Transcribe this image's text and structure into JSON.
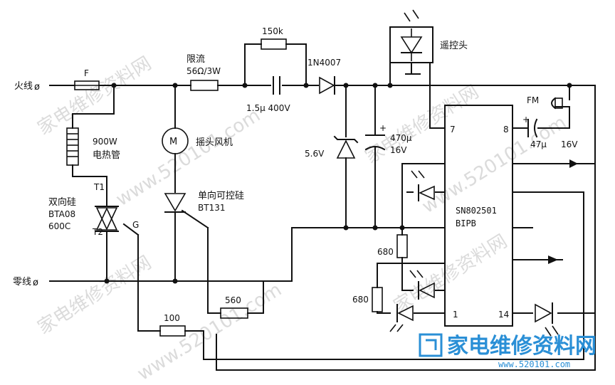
{
  "terminals": {
    "live": "火线",
    "neutral": "零线"
  },
  "components": {
    "fuse": "F",
    "heater_power": "900W",
    "heater_name": "电热管",
    "triac_t1": "T1",
    "triac_name": "双向硅",
    "triac_model": "BTA08",
    "triac_rating": "600C",
    "triac_t2": "T2",
    "triac_gate": "G",
    "limiter_label": "限流",
    "limiter_value": "56Ω/3W",
    "fan_name": "摇头风机",
    "scr_name": "单向可控硅",
    "scr_model": "BT131",
    "r_150k": "150k",
    "cap_value": "1.5μ 400V",
    "diode": "1N4007",
    "receiver": "遥控头",
    "zener": "5.6V",
    "cap_470_value": "470μ",
    "cap_470_voltage": "16V",
    "plus": "+",
    "fm": "FM",
    "cap_47_value": "47μ",
    "cap_47_voltage": "16V",
    "ic_model": "SN802501",
    "ic_suffix": "BIPB",
    "pin_7": "7",
    "pin_8": "8",
    "pin_1": "1",
    "pin_14": "14",
    "r_680_a": "680",
    "r_680_b": "680",
    "r_560": "560",
    "r_100": "100"
  },
  "watermark": {
    "line1": "家电维修资料网",
    "line2": "www.520101.com",
    "logo_text": "家电维修资料网",
    "logo_url": "www.520101.com"
  }
}
